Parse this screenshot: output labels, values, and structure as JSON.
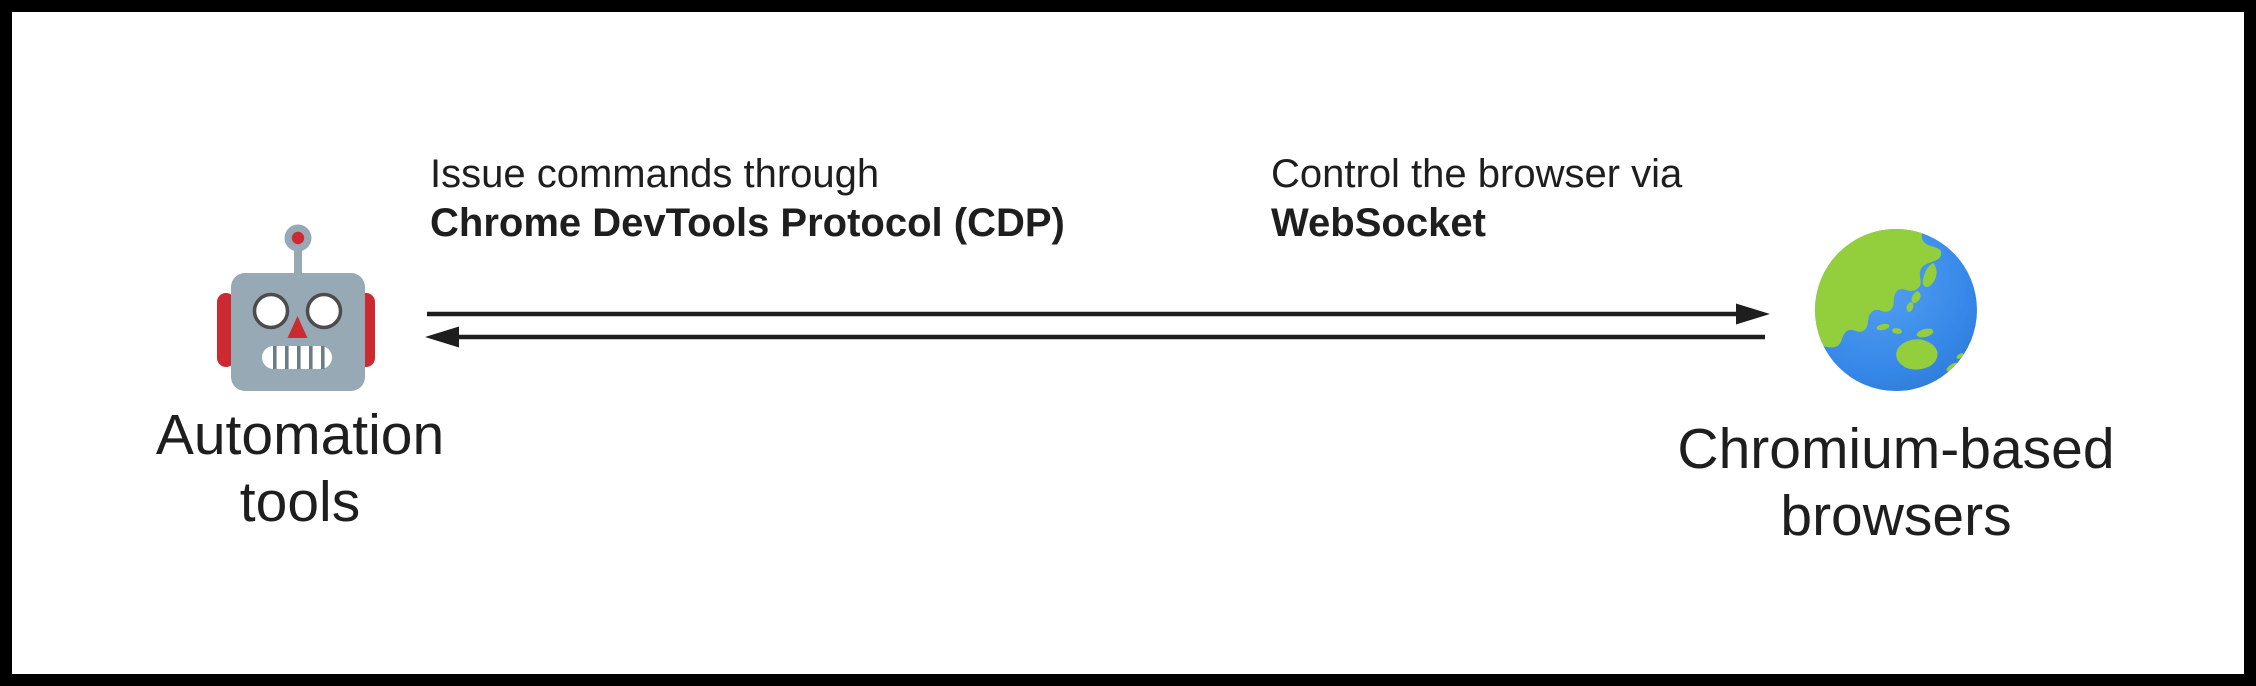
{
  "colors": {
    "background": "#ffffff",
    "border": "#000000",
    "text": "#1e1e1e",
    "arrow": "#1e1e1e",
    "robot_body": "#97a9b4",
    "robot_red": "#cb2b30",
    "globe_ocean": "#3587e8",
    "globe_ocean_light": "#56a2f2",
    "globe_land": "#93ce3d"
  },
  "nodes": {
    "automation": {
      "icon": "robot-icon",
      "label_line1": "Automation",
      "label_line2": "tools"
    },
    "browsers": {
      "icon": "globe-asia-australia-icon",
      "label_line1": "Chromium-based",
      "label_line2": "browsers"
    }
  },
  "annotations": {
    "cdp": {
      "line1": "Issue commands through",
      "line2": "Chrome DevTools Protocol (CDP)"
    },
    "websocket": {
      "line1": "Control the browser via",
      "line2": "WebSocket"
    }
  }
}
